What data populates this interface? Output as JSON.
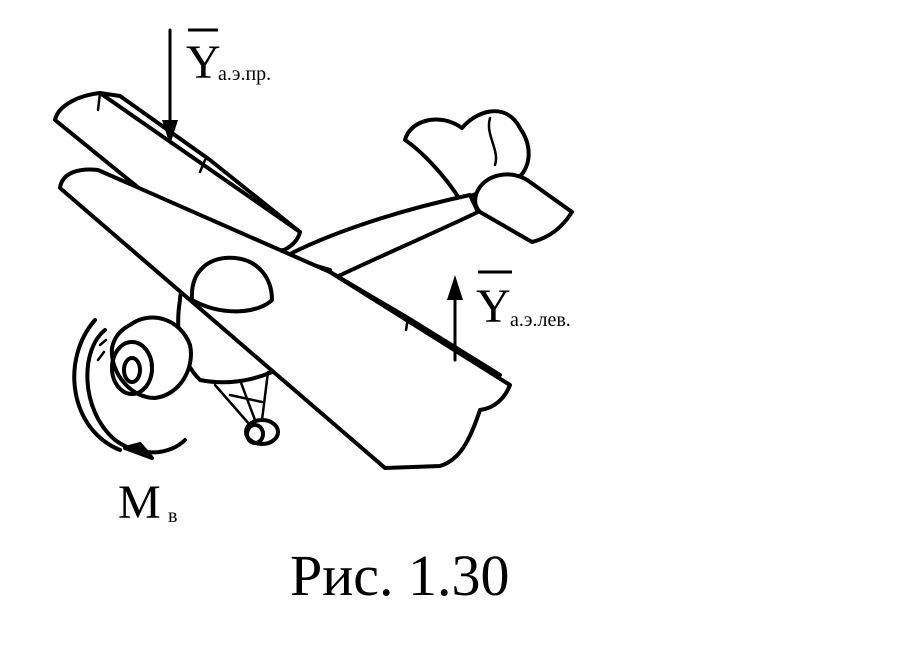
{
  "labels": {
    "force_right": {
      "symbol": "Y",
      "subscript": "а.э.пр."
    },
    "force_left": {
      "symbol": "Y",
      "subscript": "а.э.лев."
    },
    "moment": {
      "symbol": "M",
      "subscript": "в"
    }
  },
  "caption": "Рис. 1.30"
}
